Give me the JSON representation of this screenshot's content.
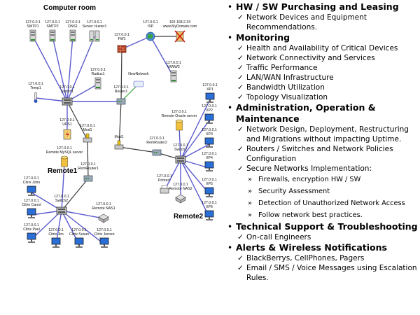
{
  "diagram": {
    "regions": {
      "computer_room": "Computer room",
      "remote1": "Remote1",
      "remote2": "Remote2"
    },
    "nodes": {
      "smtp1": {
        "ip": "127.0.0.1",
        "name": "SMTP1",
        "icon": "server-icon"
      },
      "smtp2": {
        "ip": "127.0.0.1",
        "name": "SMTP2",
        "icon": "server-icon"
      },
      "dns1": {
        "ip": "127.0.0.1",
        "name": "DNS1",
        "icon": "server-icon"
      },
      "server_cluster1": {
        "ip": "127.0.0.1",
        "name": "Server cluster1",
        "icon": "server-cluster-icon"
      },
      "fw1": {
        "ip": "127.0.0.1",
        "name": "FW1",
        "icon": "firewall-icon"
      },
      "isp": {
        "ip": "127.0.0.1",
        "name": "ISP",
        "icon": "globe-icon"
      },
      "mydomain": {
        "ip": "192.168.2.33",
        "name": "www.MyDomain.com",
        "icon": "blocked-server-icon"
      },
      "www2": {
        "ip": "127.0.0.1",
        "name": "WWW2",
        "icon": "server-icon"
      },
      "radius1": {
        "ip": "127.0.0.1",
        "name": "Radius1",
        "icon": "server-icon"
      },
      "temp1": {
        "ip": "127.0.0.1",
        "name": "Temp1",
        "icon": "thermometer-icon"
      },
      "switch1": {
        "ip": "127.0.0.1",
        "name": "Switch1",
        "icon": "switch-icon"
      },
      "newnetwork": {
        "ip": "",
        "name": "NewNetwork",
        "icon": "network-icon"
      },
      "router1": {
        "ip": "127.0.0.1",
        "name": "Router1",
        "icon": "router-icon"
      },
      "ups1": {
        "ip": "127.0.0.1",
        "name": "UPS1",
        "icon": "ups-icon"
      },
      "mod1": {
        "ip": "127.0.0.1",
        "name": "Mod1",
        "icon": "modem-icon"
      },
      "mod1b": {
        "ip": "",
        "name": "Mod1",
        "icon": "modem-icon"
      },
      "remote_oracle": {
        "ip": "127.0.0.1",
        "name": "Remote Oracle server",
        "icon": "database-icon"
      },
      "remrouter2": {
        "ip": "127.0.0.1",
        "name": "RemRouter2",
        "icon": "router-icon"
      },
      "switch2b": {
        "ip": "127.0.0.1",
        "name": "Switch2",
        "icon": "switch-icon"
      },
      "printer1": {
        "ip": "127.0.0.1",
        "name": "Printer1",
        "icon": "printer-icon"
      },
      "remote_nas2": {
        "ip": "127.0.0.1",
        "name": "Remote NAS2",
        "icon": "nas-icon"
      },
      "xp1": {
        "ip": "127.0.0.1",
        "name": "XP1",
        "icon": "workstation-icon"
      },
      "xp2": {
        "ip": "127.0.0.1",
        "name": "XP2",
        "icon": "workstation-icon"
      },
      "xp3": {
        "ip": "127.0.0.1",
        "name": "XP3",
        "icon": "workstation-icon"
      },
      "xp4": {
        "ip": "127.0.0.1",
        "name": "XP4",
        "icon": "workstation-icon"
      },
      "xp5": {
        "ip": "127.0.0.1",
        "name": "XP5",
        "icon": "workstation-icon"
      },
      "xp6": {
        "ip": "127.0.0.1",
        "name": "XP6",
        "icon": "workstation-icon"
      },
      "remote_mysql": {
        "ip": "127.0.0.1",
        "name": "Remote MySQL server",
        "icon": "database-icon"
      },
      "remrouter1": {
        "ip": "127.0.0.1",
        "name": "RemRouter1",
        "icon": "router-icon"
      },
      "citrix_john": {
        "ip": "127.0.0.1",
        "name": "Citrix John",
        "icon": "workstation-icon"
      },
      "citrix_carrol": {
        "ip": "127.0.0.1",
        "name": "Citrix Carrol",
        "icon": "workstation-icon"
      },
      "switch2a": {
        "ip": "127.0.0.1",
        "name": "Switch2",
        "icon": "switch-icon"
      },
      "remote_nas1": {
        "ip": "127.0.0.1",
        "name": "Remote NAS1",
        "icon": "nas-icon"
      },
      "citrix_paul": {
        "ip": "127.0.0.1",
        "name": "Citrix Paul",
        "icon": "workstation-icon"
      },
      "citrix_jim": {
        "ip": "127.0.0.1",
        "name": "Citrix Jim",
        "icon": "workstation-icon"
      },
      "citrix_susan": {
        "ip": "127.0.0.1",
        "name": "Citrix Susan",
        "icon": "workstation-icon"
      },
      "citrix_jeroen": {
        "ip": "127.0.0.1",
        "name": "Citrix Jeroen",
        "icon": "workstation-icon"
      }
    }
  },
  "panel": {
    "bullet_symbol": "•",
    "check_symbol": "✓",
    "sub_symbol": "»",
    "sections": [
      {
        "title": "HW / SW Purchasing and Leasing",
        "items": [
          {
            "text": "Network Devices and Equipment Recommendations.",
            "subs": []
          }
        ]
      },
      {
        "title": "Monitoring",
        "items": [
          {
            "text": "Health and Availability of Critical Devices",
            "subs": []
          },
          {
            "text": "Network Connectivity and Services",
            "subs": []
          },
          {
            "text": "Traffic Performance",
            "subs": []
          },
          {
            "text": "LAN/WAN Infrastructure",
            "subs": []
          },
          {
            "text": "Bandwidth  Utilization",
            "subs": []
          },
          {
            "text": "Topology Visualization",
            "subs": []
          }
        ]
      },
      {
        "title": "Administration, Operation & Maintenance",
        "items": [
          {
            "text": "Network Design, Deployment, Restructuring and Migrations without impacting Uptime.",
            "subs": []
          },
          {
            "text": "Routers / Switches and Network Policies Configuration",
            "subs": []
          },
          {
            "text": "Secure Networks Implementation:",
            "subs": [
              "Firewalls, encryption HW /  SW",
              "Security Assessment",
              "Detection of Unauthorized Network Access",
              "Follow network best practices."
            ]
          }
        ]
      },
      {
        "title": "Technical Support & Troubleshooting",
        "items": [
          {
            "text": "On-call Engineers",
            "subs": []
          }
        ]
      },
      {
        "title": "Alerts & Wireless Notifications",
        "items": [
          {
            "text": "BlackBerrys, CellPhones, Pagers",
            "subs": []
          },
          {
            "text": "Email / SMS / Voice Messages using Escalation Rules.",
            "subs": []
          }
        ]
      }
    ]
  }
}
